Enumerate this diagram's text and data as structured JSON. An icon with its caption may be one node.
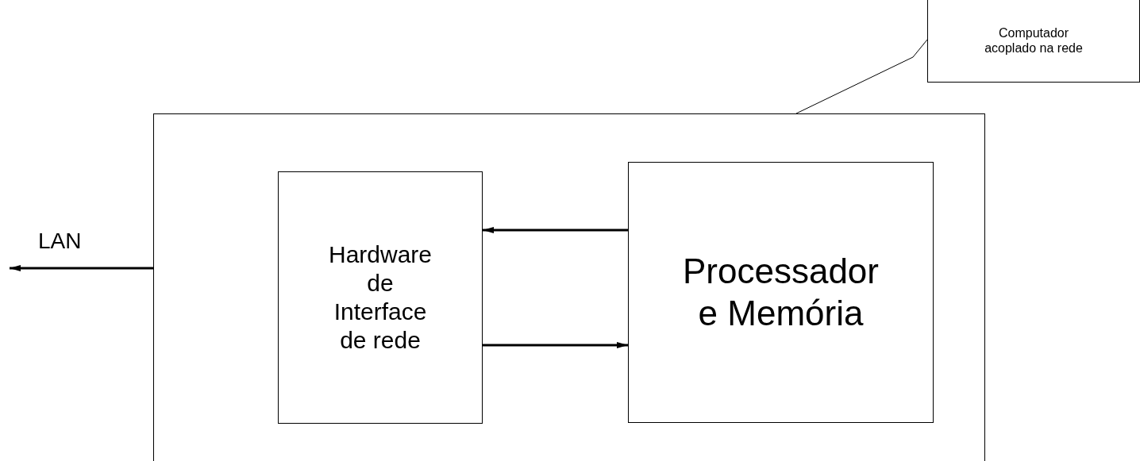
{
  "diagram": {
    "nodes": [
      {
        "text": [],
        "shape": "box"
      },
      {
        "text": [
          "Computador acoplado na rede"
        ]
      },
      {
        "text": [
          "Hardware de Interface de rede"
        ],
        "in": 0
      },
      {
        "text": [
          "Processador e Memória"
        ],
        "in": 0
      }
    ],
    "edges": [
      {
        "from": 1,
        "to": 0,
        "arrow": "none"
      },
      {
        "from": 3,
        "to": 2,
        "arrow": "to"
      },
      {
        "from": 2,
        "to": 3,
        "arrow": "to"
      },
      {
        "from": 0,
        "to": null,
        "arrow": "to",
        "label": "LAN"
      }
    ]
  }
}
